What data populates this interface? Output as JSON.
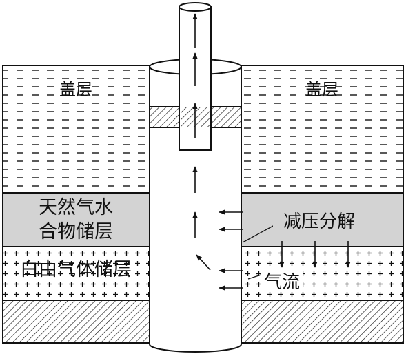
{
  "labels": {
    "cap_left": "盖层",
    "cap_right": "盖层",
    "hydrate_line1": "天然气水",
    "hydrate_line2": "合物储层",
    "decompression": "减压分解",
    "free_gas": "白由气体储层",
    "gas_flow": "气流"
  },
  "colors": {
    "hydrate_layer": "#d3d3d3",
    "ink": "#111111",
    "background": "#ffffff"
  },
  "icons": {
    "arrow": "flow-arrow-icon",
    "hatch": "diagonal-hatch-pattern"
  }
}
